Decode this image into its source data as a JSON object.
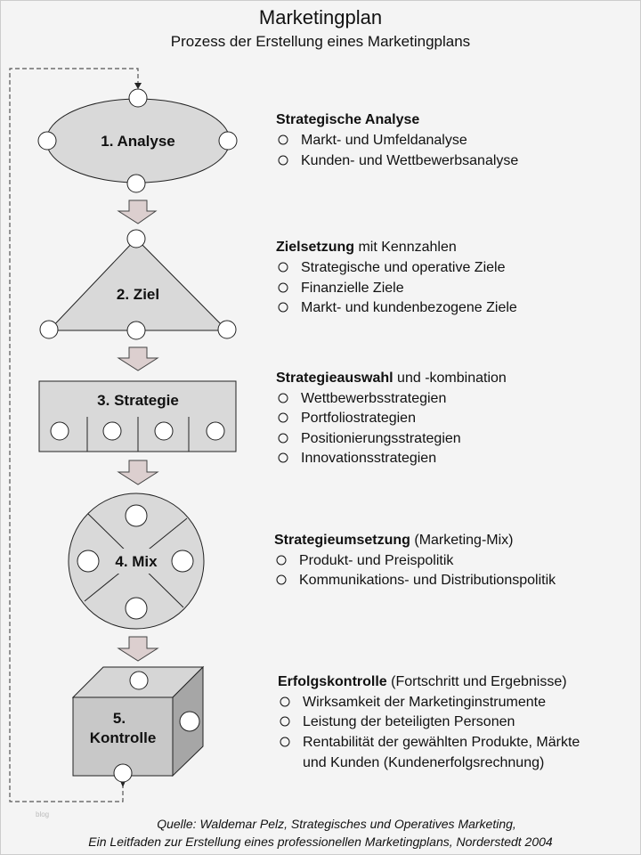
{
  "title": "Marketingplan",
  "subtitle": "Prozess der Erstellung eines Marketingplans",
  "steps": [
    {
      "label": "1. Analyse"
    },
    {
      "label": "2. Ziel"
    },
    {
      "label": "3. Strategie"
    },
    {
      "label": "4. Mix"
    },
    {
      "label_line1": "5.",
      "label_line2": "Kontrolle"
    }
  ],
  "sections": [
    {
      "heading_bold": "Strategische Analyse",
      "heading_rest": "",
      "items": [
        "Markt- und Umfeldanalyse",
        "Kunden- und Wettbewerbsanalyse"
      ]
    },
    {
      "heading_bold": "Zielsetzung",
      "heading_rest": " mit Kennzahlen",
      "items": [
        "Strategische und operative Ziele",
        "Finanzielle Ziele",
        "Markt- und kundenbezogene Ziele"
      ]
    },
    {
      "heading_bold": "Strategieauswahl",
      "heading_rest": " und -kombination",
      "items": [
        "Wettbewerbsstrategien",
        "Portfoliostrategien",
        "Positionierungsstrategien",
        "Innovationsstrategien"
      ]
    },
    {
      "heading_bold": "Strategieumsetzung",
      "heading_rest": " (Marketing-Mix)",
      "items": [
        "Produkt- und Preispolitik",
        "Kommunikations- und Distributionspolitik"
      ]
    },
    {
      "heading_bold": "Erfolgskontrolle",
      "heading_rest": " (Fortschritt und Ergebnisse)",
      "items": [
        "Wirksamkeit der Marketinginstrumente",
        "Leistung der beteiligten Personen",
        "Rentabilität der gewählten Produkte, Märkte",
        "und Kunden (Kundenerfolgsrechnung)"
      ]
    }
  ],
  "watermark": "blog",
  "source_line1": "Quelle: Waldemar Pelz, Strategisches und Operatives Marketing,",
  "source_line2": "Ein Leitfaden zur Erstellung eines professionellen Marketingplans, Norderstedt 2004"
}
